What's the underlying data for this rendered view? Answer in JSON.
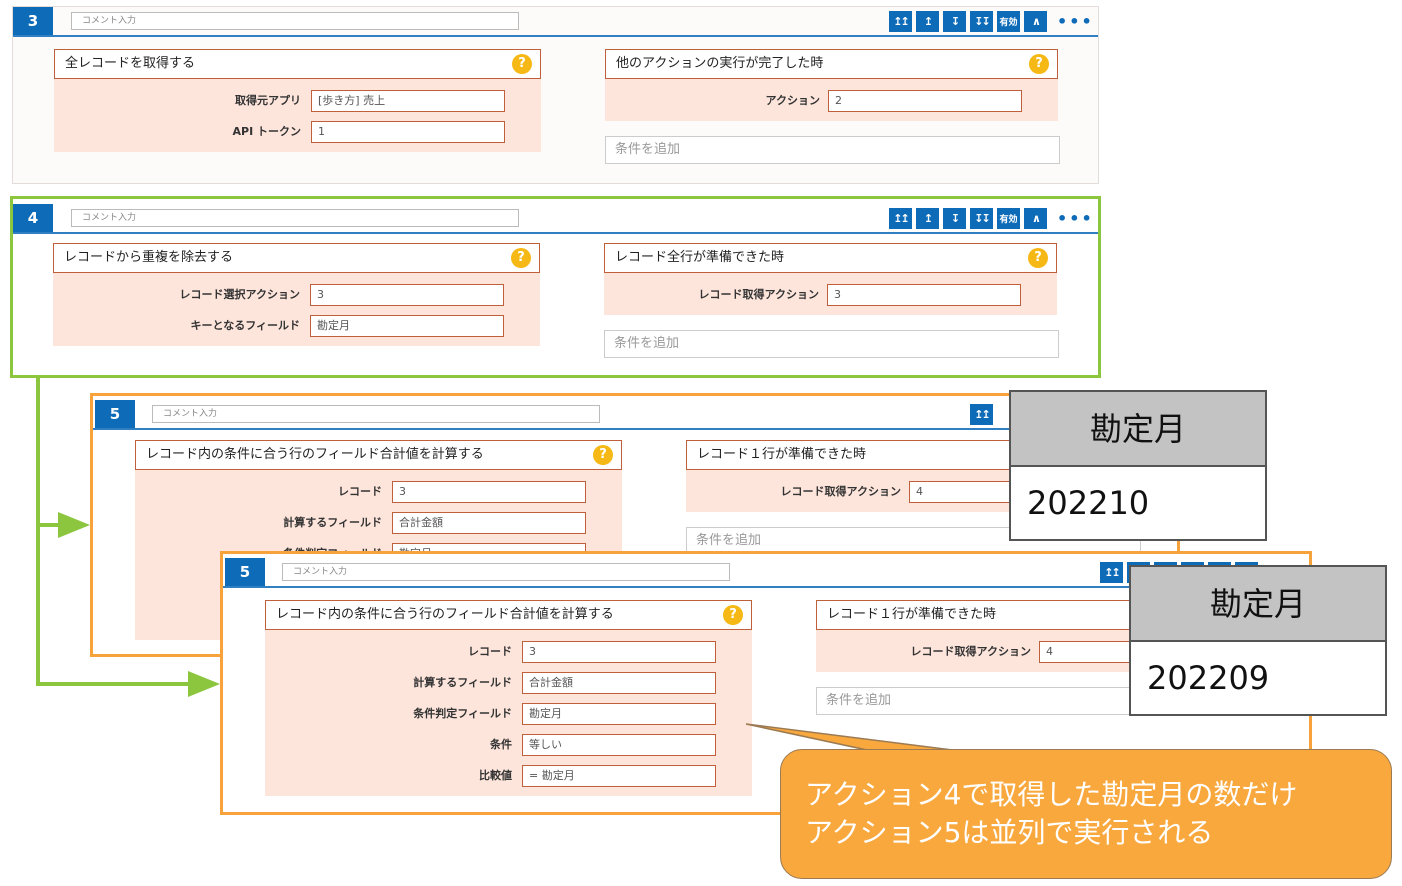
{
  "panels": {
    "p3": {
      "number": "3",
      "comment_placeholder": "コメント入力",
      "action": {
        "title": "全レコードを取得する",
        "fields": [
          {
            "label": "取得元アプリ",
            "value": "[歩き方] 売上"
          },
          {
            "label": "API トークン",
            "value": "1"
          }
        ]
      },
      "trigger": {
        "title": "他のアクションの実行が完了した時",
        "fields": [
          {
            "label": "アクション",
            "value": "2"
          }
        ]
      },
      "add_condition": "条件を追加"
    },
    "p4": {
      "number": "4",
      "comment_placeholder": "コメント入力",
      "action": {
        "title": "レコードから重複を除去する",
        "fields": [
          {
            "label": "レコード選択アクション",
            "value": "3"
          },
          {
            "label": "キーとなるフィールド",
            "value": "勘定月"
          }
        ]
      },
      "trigger": {
        "title": "レコード全行が準備できた時",
        "fields": [
          {
            "label": "レコード取得アクション",
            "value": "3"
          }
        ]
      },
      "add_condition": "条件を追加"
    },
    "p5a": {
      "number": "5",
      "comment_placeholder": "コメント入力",
      "action": {
        "title": "レコード内の条件に合う行のフィールド合計値を計算する",
        "fields": [
          {
            "label": "レコード",
            "value": "3"
          },
          {
            "label": "計算するフィールド",
            "value": "合計金額"
          },
          {
            "label": "条件判定フィールド",
            "value": "勘定月"
          }
        ]
      },
      "trigger": {
        "title": "レコード１行が準備できた時",
        "fields": [
          {
            "label": "レコード取得アクション",
            "value": "4"
          }
        ]
      },
      "add_condition": "条件を追加"
    },
    "p5b": {
      "number": "5",
      "comment_placeholder": "コメント入力",
      "action": {
        "title": "レコード内の条件に合う行のフィールド合計値を計算する",
        "fields": [
          {
            "label": "レコード",
            "value": "3"
          },
          {
            "label": "計算するフィールド",
            "value": "合計金額"
          },
          {
            "label": "条件判定フィールド",
            "value": "勘定月"
          },
          {
            "label": "条件",
            "value": "等しい"
          },
          {
            "label": "比較値",
            "value": "= 勘定月"
          }
        ]
      },
      "trigger": {
        "title": "レコード１行が準備できた時",
        "fields": [
          {
            "label": "レコード取得アクション",
            "value": "4"
          }
        ]
      },
      "add_condition": "条件を追加"
    }
  },
  "toolbar": {
    "enabled_label": "有効",
    "more": "•••"
  },
  "help_glyph": "?",
  "popups": [
    {
      "header": "勘定月",
      "value": "202210"
    },
    {
      "header": "勘定月",
      "value": "202209"
    }
  ],
  "callout": {
    "line1": "アクション4で取得した勘定月の数だけ",
    "line2": "アクション5は並列で実行される"
  },
  "colors": {
    "accent_blue": "#0e6bb8",
    "green": "#8cc63f",
    "orange": "#f7a23b",
    "field_bg": "#fde5dc",
    "field_border": "#c0603a",
    "help_yellow": "#f6b814",
    "callout": "#f9a83e"
  }
}
